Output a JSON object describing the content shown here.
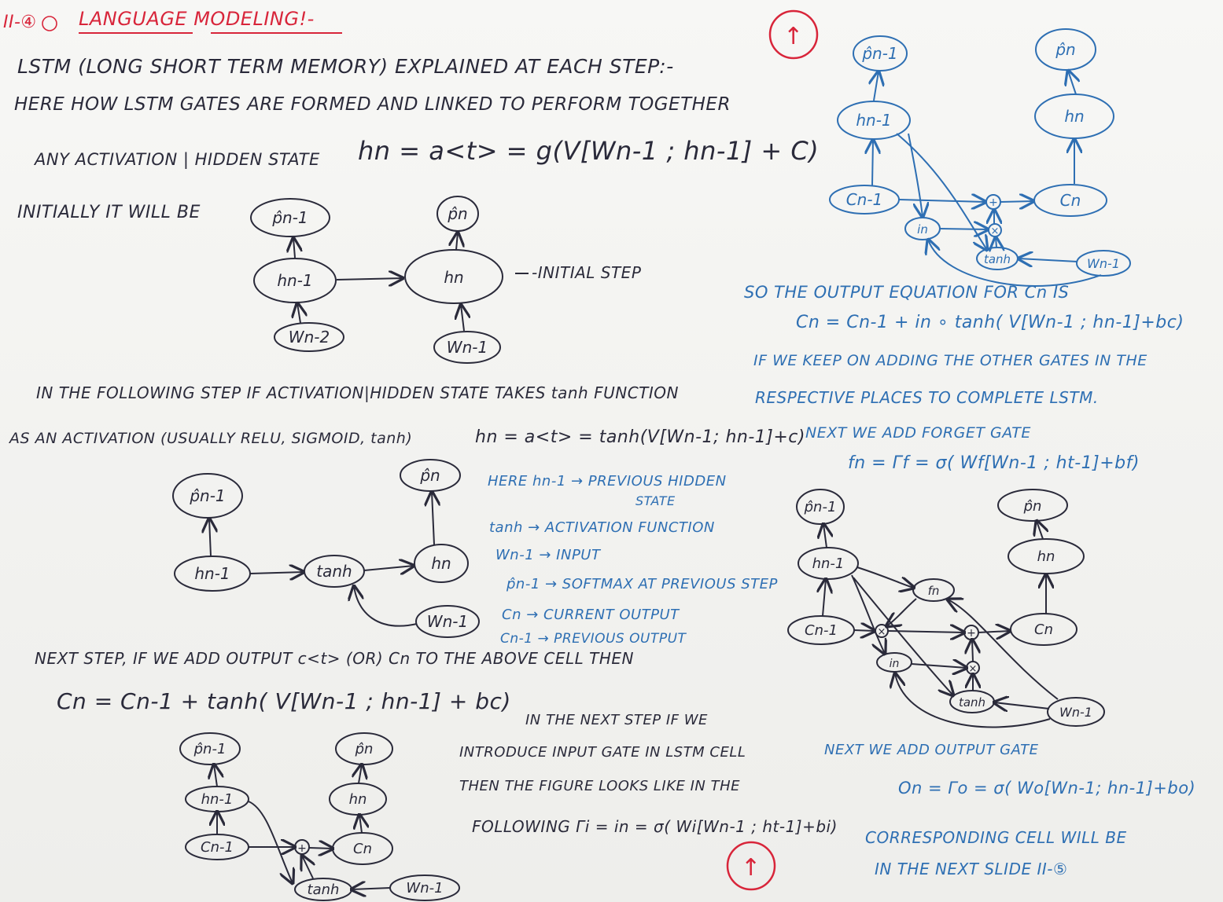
{
  "header": {
    "section": "II-④",
    "title": "LANGUAGE MODELING!-"
  },
  "lines": {
    "l1": "LSTM (LONG SHORT TERM MEMORY) EXPLAINED AT EACH STEP:-",
    "l2": "HERE HOW LSTM GATES ARE FORMED AND LINKED TO PERFORM TOGETHER",
    "l3a": "ANY ACTIVATION | HIDDEN STATE",
    "l3b": "hn = a<t> = g(V[Wn-1 ; hn-1] + C)",
    "l4": "INITIALLY IT WILL BE",
    "initial_step": "-INITIAL STEP",
    "l5": "IN THE FOLLOWING STEP IF ACTIVATION|HIDDEN STATE TAKES tanh FUNCTION",
    "l6a": "AS AN ACTIVATION (USUALLY RELU, SIGMOID, tanh)",
    "l6b": "hn = a<t> = tanh(V[Wn-1; hn-1]+c)",
    "l7": "NEXT STEP, IF WE ADD OUTPUT  c<t> (OR) Cn TO THE ABOVE CELL THEN",
    "l8": "Cn = Cn-1 + tanh( V[Wn-1 ; hn-1] + bc)",
    "l9a": "IN THE NEXT STEP IF WE",
    "l9b": "INTRODUCE INPUT GATE IN LSTM CELL",
    "l9c": "THEN THE FIGURE LOOKS LIKE IN THE",
    "l9d": "FOLLOWING  Γi = in = σ( Wi[Wn-1 ; ht-1]+bi)"
  },
  "legend": {
    "h1": "HERE hn-1 → PREVIOUS HIDDEN",
    "h2": "STATE",
    "tanh": "tanh → ACTIVATION FUNCTION",
    "w": "Wn-1 → INPUT",
    "p": "p̂n-1 → SOFTMAX AT PREVIOUS STEP",
    "cn": "Cn → CURRENT OUTPUT",
    "cn1": "Cn-1 → PREVIOUS OUTPUT"
  },
  "right": {
    "r1": "SO THE OUTPUT EQUATION FOR Cn IS",
    "r2": "Cn = Cn-1 + in ∘ tanh( V[Wn-1 ; hn-1]+bc)",
    "r3": "IF WE KEEP ON ADDING THE OTHER GATES IN THE",
    "r4": "RESPECTIVE PLACES TO COMPLETE LSTM.",
    "r5": "NEXT WE ADD FORGET GATE",
    "r6": "fn = Γf = σ( Wf[Wn-1 ; ht-1]+bf)",
    "r7": "NEXT WE ADD OUTPUT GATE",
    "r8": "On = Γo = σ( Wo[Wn-1; hn-1]+bo)",
    "r9": "CORRESPONDING CELL WILL BE",
    "r10": "IN THE NEXT SLIDE II-⑤"
  },
  "marks": {
    "top": "↑",
    "bottom": "↑"
  },
  "nodes": {
    "p_prev": "p̂n-1",
    "p_n": "p̂n",
    "h_prev": "hn-1",
    "h_n": "hn",
    "w_n2": "Wn-2",
    "w_n1": "Wn-1",
    "c_prev": "Cn-1",
    "c_n": "Cn",
    "tanh": "tanh",
    "i_n": "in",
    "f_n": "fn",
    "plus": "+",
    "times": "×"
  },
  "colors": {
    "ink": "#2a2a3a",
    "blue": "#2e6fb3",
    "red": "#d8253a"
  }
}
